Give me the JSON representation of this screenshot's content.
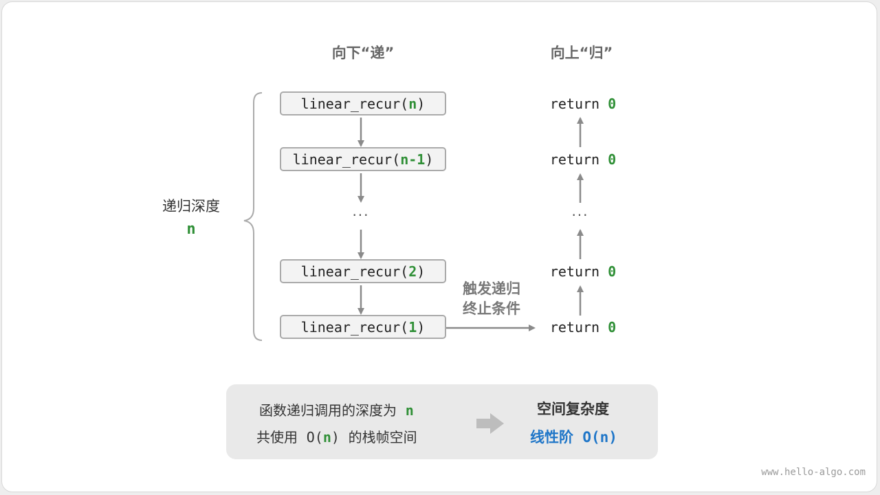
{
  "headers": {
    "down": "向下“递”",
    "up": "向上“归”"
  },
  "calls": [
    {
      "prefix": "linear_recur(",
      "arg": "n",
      "suffix": ")"
    },
    {
      "prefix": "linear_recur(",
      "arg": "n-1",
      "suffix": ")"
    },
    {
      "prefix": "linear_recur(",
      "arg": "2",
      "suffix": ")"
    },
    {
      "prefix": "linear_recur(",
      "arg": "1",
      "suffix": ")"
    }
  ],
  "returns": [
    {
      "keyword": "return",
      "value": "0"
    },
    {
      "keyword": "return",
      "value": "0"
    },
    {
      "keyword": "return",
      "value": "0"
    },
    {
      "keyword": "return",
      "value": "0"
    }
  ],
  "ellipsis": "···",
  "depth": {
    "label": "递归深度",
    "value": "n"
  },
  "trigger": {
    "line1": "触发递归",
    "line2": "终止条件"
  },
  "summary": {
    "line1_text": "函数递归调用的深度为",
    "line1_var": "n",
    "line2_pre": "共使用",
    "line2_o_open": "O(",
    "line2_var": "n",
    "line2_o_close": ")",
    "line2_post": "的栈帧空间",
    "title": "空间复杂度",
    "value_text": "线性阶",
    "value_bigo": "O(n)"
  },
  "watermark": "www.hello-algo.com",
  "colors": {
    "green": "#2f8f36",
    "blue": "#1f76c8",
    "arrow_gray": "#8a8a8a"
  }
}
